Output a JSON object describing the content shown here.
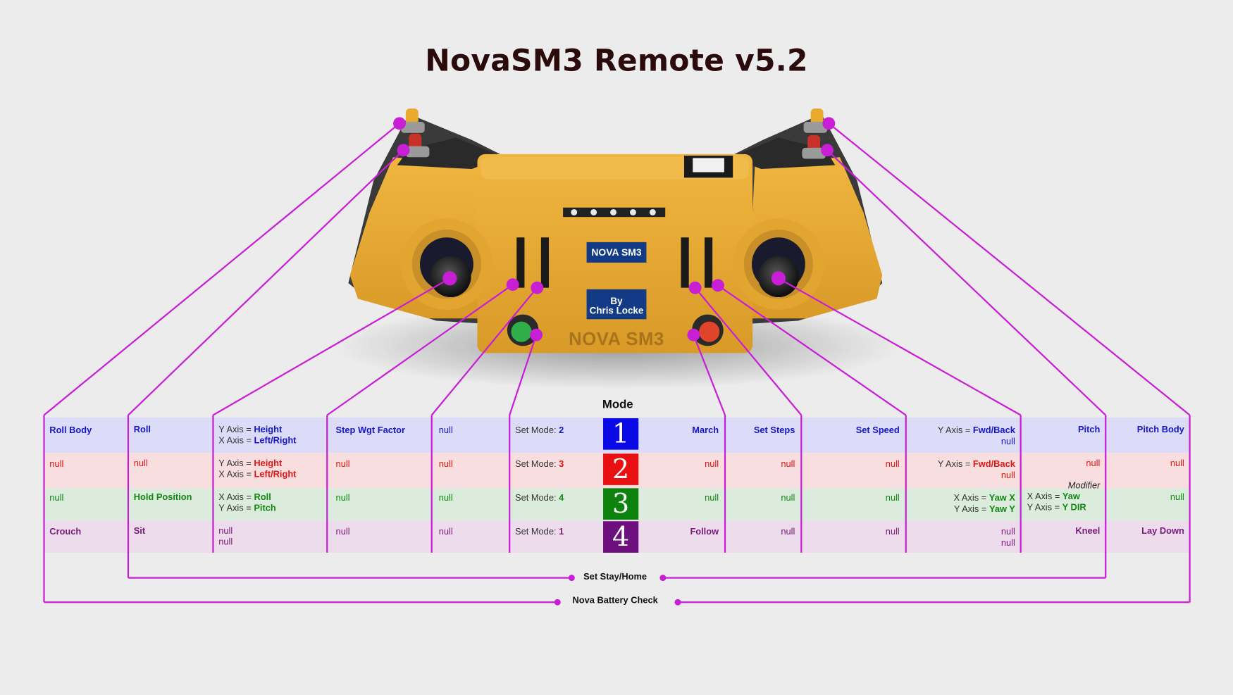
{
  "title": "NovaSM3 Remote v5.2",
  "colors": {
    "mode1": "#0a0ae6",
    "mode2": "#e81010",
    "mode3": "#0e820e",
    "mode4": "#6e0f7e",
    "line": "#c81ed6",
    "body": "#e8ac37"
  },
  "remote": {
    "label_top": "NOVA SM3",
    "label_by": "By",
    "label_author": "Chris Locke",
    "front_logo": "NOVA SM3"
  },
  "mode": {
    "header": "Mode",
    "numbers": [
      "1",
      "2",
      "3",
      "4"
    ]
  },
  "columns": {
    "roll_body": [
      "Roll Body",
      "null",
      "null",
      "Crouch"
    ],
    "roll": [
      "Roll",
      "null",
      "Hold Position",
      "Sit"
    ],
    "left_stick": {
      "r0": {
        "a": "Y Axis = ",
        "b": "Height",
        "c": "X Axis = ",
        "d": "Left/Right"
      },
      "r1": {
        "a": "Y Axis = ",
        "b": "Height",
        "c": "X Axis = ",
        "d": "Left/Right"
      },
      "r2": {
        "a": "X Axis = ",
        "b": "Roll",
        "c": "Y Axis = ",
        "d": "Pitch"
      },
      "r3": {
        "a": "null",
        "c": "null"
      }
    },
    "step_wgt": [
      "Step Wgt Factor",
      "null",
      "null",
      "null"
    ],
    "left_slider2": [
      "null",
      "null",
      "null",
      "null"
    ],
    "left_button": [
      {
        "a": "Set Mode: ",
        "b": "2"
      },
      {
        "a": "Set Mode: ",
        "b": "3"
      },
      {
        "a": "Set Mode: ",
        "b": "4"
      },
      {
        "a": "Set Mode: ",
        "b": "1"
      }
    ],
    "right_button": [
      "March",
      "null",
      "null",
      "Follow"
    ],
    "set_steps": [
      "Set Steps",
      "null",
      "null",
      "null"
    ],
    "set_speed": [
      "Set Speed",
      "null",
      "null",
      "null"
    ],
    "right_stick": {
      "r0": {
        "a": "Y Axis = ",
        "b": "Fwd/Back",
        "c": "null"
      },
      "r1": {
        "a": "Y Axis = ",
        "b": "Fwd/Back",
        "c": "null"
      },
      "r2": {
        "a": "X Axis = ",
        "b": "Yaw X",
        "c": "Y Axis = ",
        "d": "Yaw Y"
      },
      "r3": {
        "a": "null",
        "c": "null"
      }
    },
    "pitch": [
      "Pitch",
      "null",
      {
        "modifier": "Modifier",
        "a": "X Axis = ",
        "b": "Yaw",
        "c": "Y Axis = ",
        "d": "Y DIR"
      },
      "Kneel"
    ],
    "pitch_body": [
      "Pitch Body",
      "null",
      "null",
      "Lay Down"
    ]
  },
  "notes": {
    "stay_home": "Set Stay/Home",
    "battery": "Nova Battery Check"
  }
}
